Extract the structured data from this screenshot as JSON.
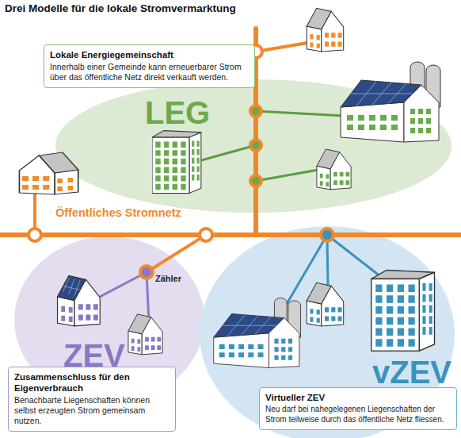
{
  "diagram": {
    "title": "Drei Modelle für die lokale Stromvermarktung",
    "nodes": [
      {
        "text": [
          "Lokale Energiegemeinschaft",
          "Innerhalb einer Gemeinde kann erneuerbarer Strom über das öffentliche Netz direkt verkauft werden."
        ]
      },
      {
        "text": [
          "LEG"
        ]
      },
      {
        "text": [
          "ZEV"
        ]
      },
      {
        "text": [
          "vZEV"
        ]
      },
      {
        "text": [
          "Zusammenschluss für den Eigenverbrauch",
          "Benachbarte Liegenschaften können selbst erzeugten Strom gemeinsam nutzen."
        ]
      },
      {
        "text": [
          "Virtueller ZEV",
          "Neu darf bei nahegelegenen Liegenschaften der Strom teilweise durch das öffentliche Netz fliessen."
        ]
      }
    ],
    "labels": [
      "Öffentliches Stromnetz",
      "Zähler"
    ]
  }
}
